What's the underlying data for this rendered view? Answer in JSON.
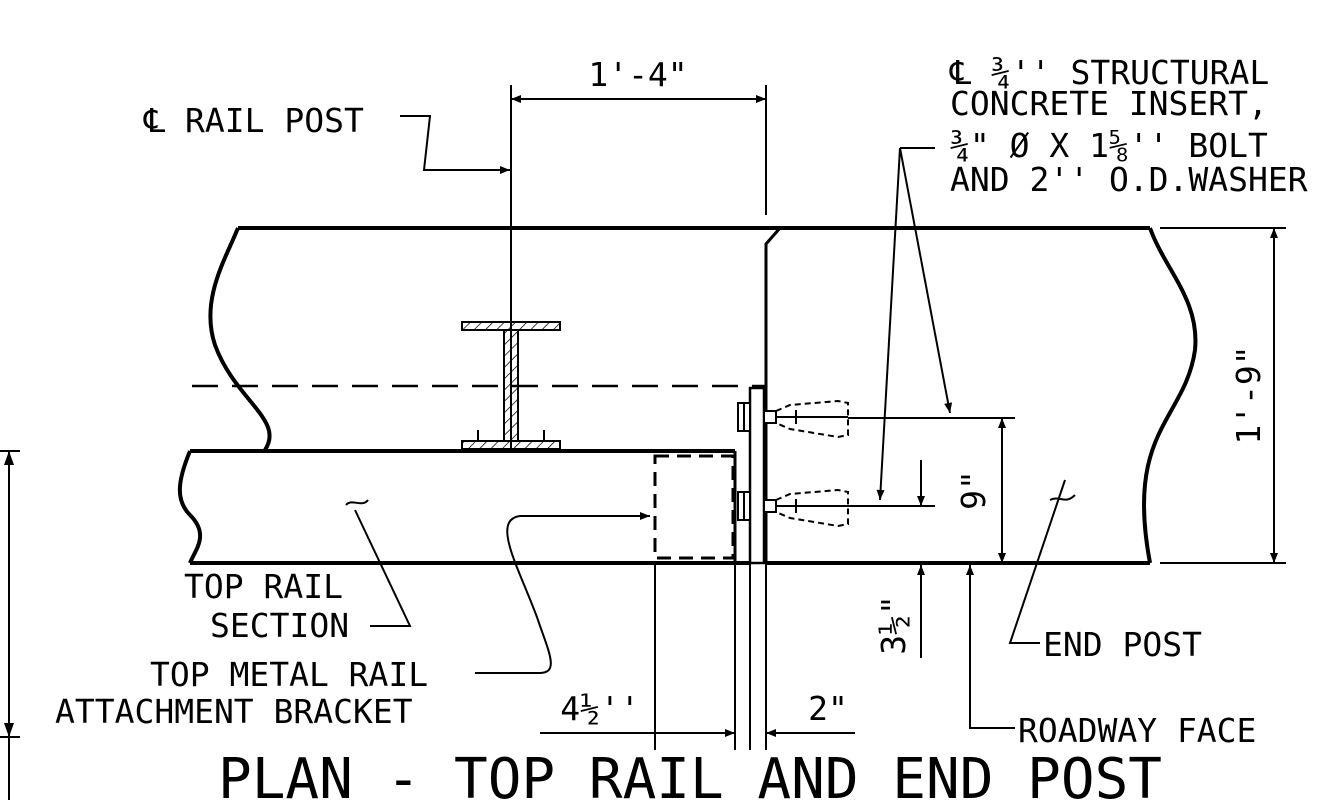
{
  "labels": {
    "rail_post": "℄ RAIL POST",
    "insert_line1": "℄ ¾'' STRUCTURAL",
    "insert_line2": "CONCRETE INSERT,",
    "insert_line3": "¾\" Ø X 1⅝'' BOLT",
    "insert_line4": "AND 2'' O.D.WASHER",
    "top_rail_section_1": "TOP RAIL",
    "top_rail_section_2": "SECTION",
    "bracket_1": "TOP METAL RAIL",
    "bracket_2": "ATTACHMENT BRACKET",
    "end_post": "END POST",
    "roadway_face": "ROADWAY FACE"
  },
  "dimensions": {
    "post_spacing": "1'-4\"",
    "height_total": "1'-9\"",
    "insert_spacing": "9\"",
    "setback": "3½\"",
    "bracket_width": "4½''",
    "gap": "2\""
  },
  "title": "PLAN - TOP RAIL AND END POST"
}
